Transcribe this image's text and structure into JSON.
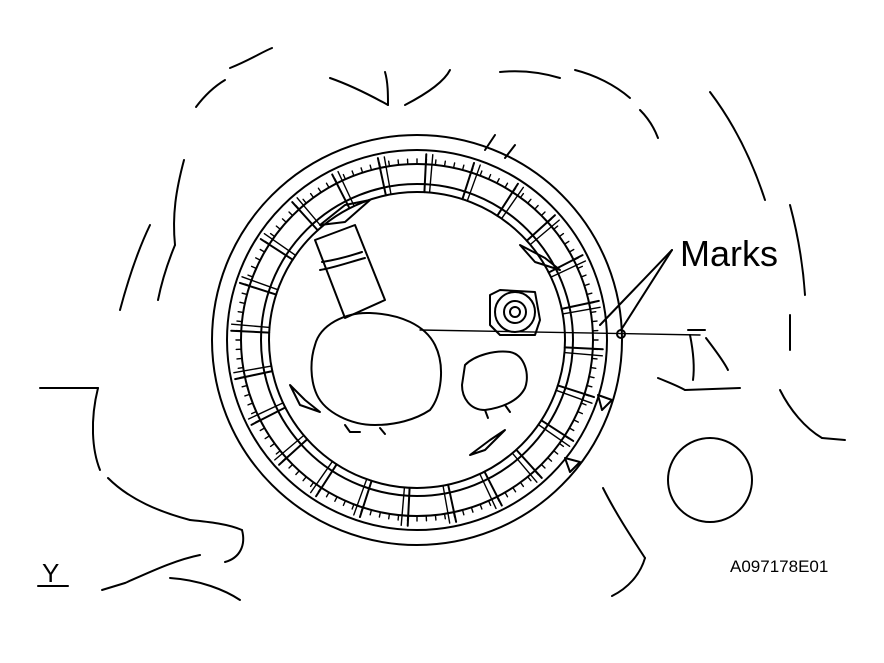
{
  "labels": {
    "marks": "Marks",
    "figure_code": "A097178E01",
    "view_letter": "Y"
  },
  "colors": {
    "ink": "#000000",
    "paper": "#ffffff"
  }
}
